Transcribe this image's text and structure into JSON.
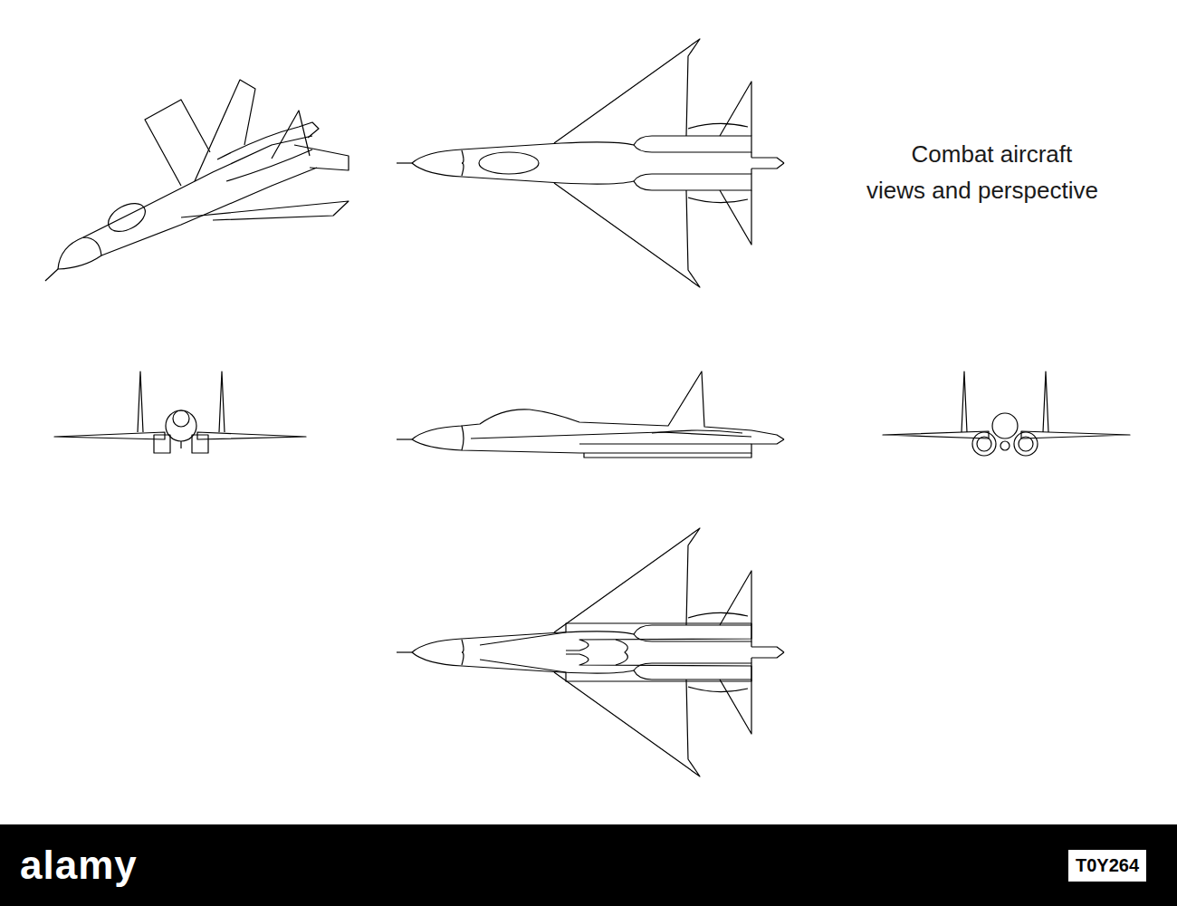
{
  "diagram": {
    "title": "Combat aircraft views and perspective",
    "labels": [
      "alamy",
      "T0Y264"
    ]
  }
}
